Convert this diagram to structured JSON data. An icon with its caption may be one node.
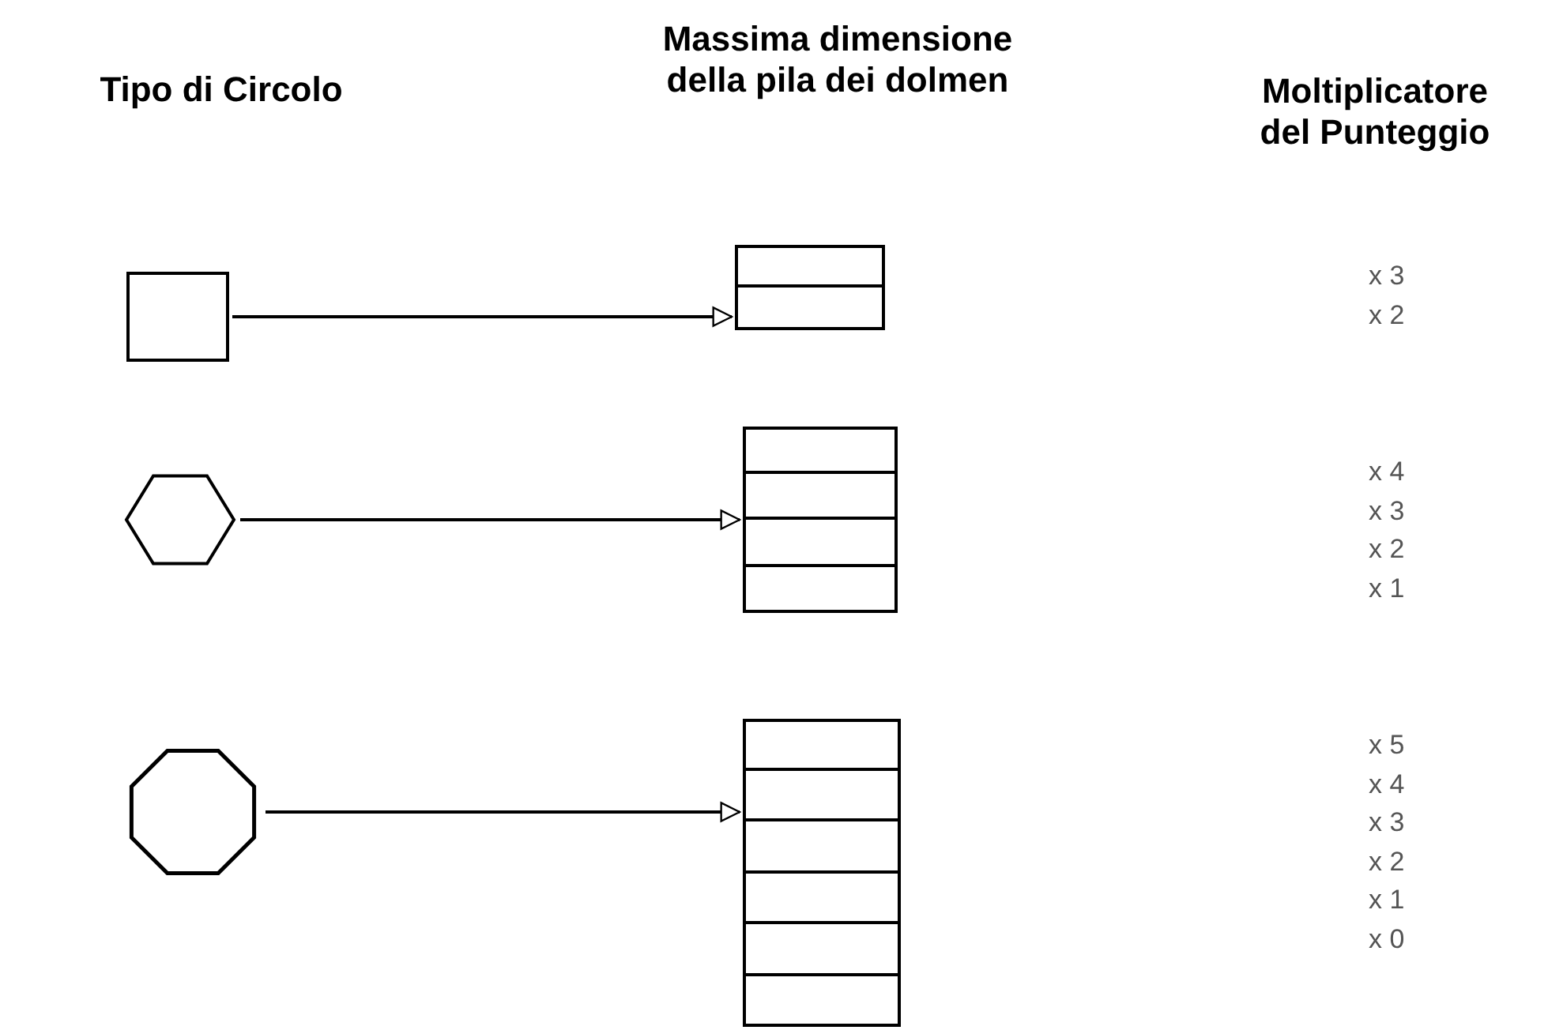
{
  "diagram": {
    "nodes": [
      {
        "text": [],
        "shape": "box"
      },
      {
        "text": [],
        "shape": "hexagon"
      },
      {
        "text": [],
        "shape": "octagon"
      },
      {
        "text": [],
        "shape": "stack",
        "beside": [
          "x 3",
          "x 2"
        ]
      },
      {
        "text": [],
        "shape": "stack",
        "beside": [
          "x 4",
          "x 3",
          "x 2",
          "x 1"
        ]
      },
      {
        "text": [],
        "shape": "stack",
        "beside": [
          "x 5",
          "x 4",
          "x 3",
          "x 2",
          "x 1",
          "x 0"
        ]
      }
    ],
    "edges": [
      {
        "from": 0,
        "to": 3,
        "arrow": "to"
      },
      {
        "from": 1,
        "to": 4,
        "arrow": "to"
      },
      {
        "from": 2,
        "to": 5,
        "arrow": "to"
      }
    ],
    "labels": [
      "Tipo di Circolo",
      "Massima dimensione della pila dei dolmen",
      "Moltiplicatore del Punteggio"
    ]
  }
}
